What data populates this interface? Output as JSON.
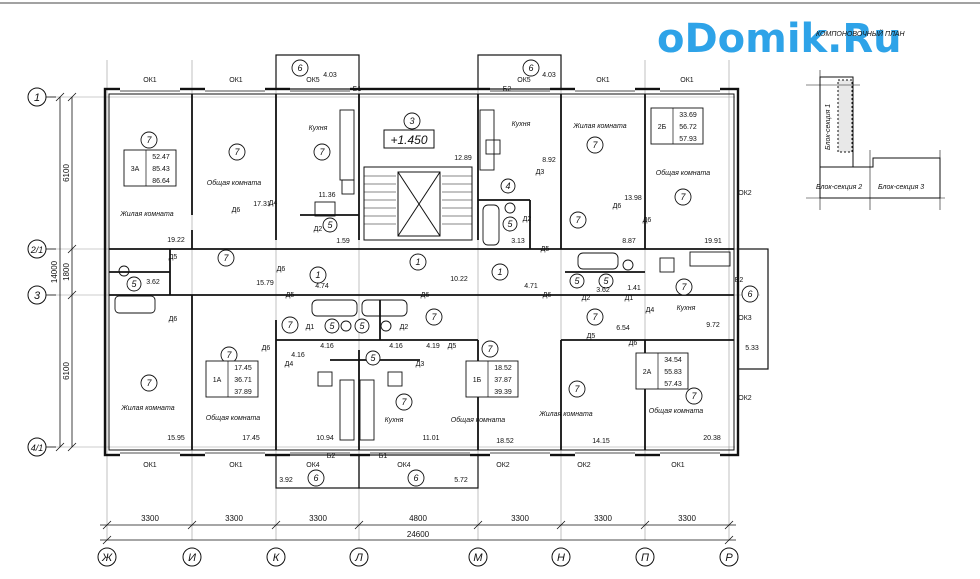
{
  "watermark": "oDomik.Ru",
  "key_plan": {
    "title": "КОМПОНОВОЧНЫЙ ПЛАН",
    "section_1": "Блок-секция 1",
    "section_2": "Блок-секция 2",
    "section_3": "Блок-секция 3"
  },
  "axes": {
    "horizontal": [
      "Ж",
      "И",
      "К",
      "Л",
      "М",
      "Н",
      "П",
      "Р"
    ],
    "vertical": [
      "1",
      "2/1",
      "3",
      "4/1"
    ]
  },
  "dimensions": {
    "spans": [
      "3300",
      "3300",
      "3300",
      "4800",
      "3300",
      "3300",
      "3300"
    ],
    "total": "24600",
    "total_depth": "14000",
    "left_spans": [
      "6100",
      "1800",
      "6100"
    ]
  },
  "elevation_mark": "+1.450",
  "labels": {
    "window_ok1": "ОК1",
    "window_ok2": "ОК2",
    "window_ok3": "ОК3",
    "window_ok4": "ОК4",
    "window_ok5": "ОК5",
    "door_d1": "Д1",
    "door_d2": "Д2",
    "door_d3": "Д3",
    "door_d4": "Д4",
    "door_d5": "Д5",
    "door_d6": "Д6",
    "balcony_b1": "Б1",
    "balcony_b2": "Б2"
  },
  "rooms": {
    "living": "Жилая комната",
    "common": "Общая комната",
    "kitchen": "Кухня"
  },
  "apartments": [
    {
      "code": "3А",
      "values": [
        "52.47",
        "85.43",
        "86.64"
      ]
    },
    {
      "code": "2Б",
      "values": [
        "33.69",
        "56.72",
        "57.93"
      ]
    },
    {
      "code": "1А",
      "values": [
        "17.45",
        "36.71",
        "37.89"
      ]
    },
    {
      "code": "1Б",
      "values": [
        "18.52",
        "37.87",
        "39.39"
      ]
    },
    {
      "code": "2А",
      "values": [
        "34.54",
        "55.83",
        "57.43"
      ]
    }
  ],
  "areas": {
    "a1": "19.22",
    "a2": "17.31",
    "a3": "11.36",
    "a4": "1.59",
    "a5": "12.89",
    "a6": "8.92",
    "a7": "13.98",
    "a8": "3.13",
    "a9": "19.91",
    "a10": "3.62",
    "a11": "15.79",
    "a12": "4.74",
    "a13": "10.22",
    "a14": "4.71",
    "a15": "8.87",
    "a16": "3.62",
    "a17": "1.41",
    "a18": "9.72",
    "a19": "6.54",
    "a20": "4.16",
    "a21": "4.16",
    "a22": "4.16",
    "a23": "4.19",
    "a24": "15.95",
    "a25": "17.45",
    "a26": "10.94",
    "a27": "11.01",
    "a28": "18.52",
    "a29": "14.15",
    "a30": "20.38",
    "a31": "3.92",
    "a32": "5.72",
    "a33": "4.03",
    "a34": "4.03",
    "a35": "5.33"
  },
  "room_numbers": {
    "n1": "1",
    "n3": "3",
    "n4": "4",
    "n5": "5",
    "n6": "6",
    "n7": "7"
  }
}
